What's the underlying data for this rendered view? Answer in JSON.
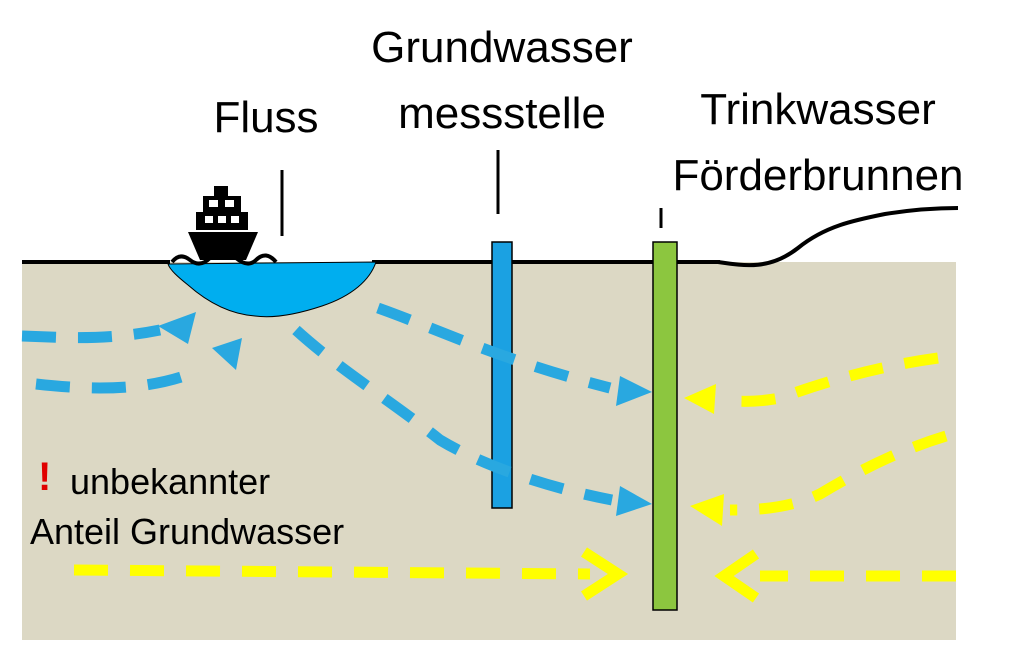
{
  "labels": {
    "river": "Fluss",
    "monitoring_well_line1": "Grundwasser",
    "monitoring_well_line2": "messstelle",
    "production_well_line1": "Trinkwasser",
    "production_well_line2": "Förderbrunnen",
    "warning_mark": "!",
    "note_line1": "unbekannter",
    "note_line2": "Anteil Grundwasser"
  },
  "colors": {
    "ground": "#dcd8c4",
    "river_water": "#00aeef",
    "bank_filtrate_flow": "#29a8e0",
    "groundwater_flow": "#ffff00",
    "monitoring_well": "#1ba1e2",
    "production_well": "#8cc63f",
    "warning": "#e00000",
    "line": "#000000"
  },
  "icons": {
    "boat": "ship-icon"
  }
}
